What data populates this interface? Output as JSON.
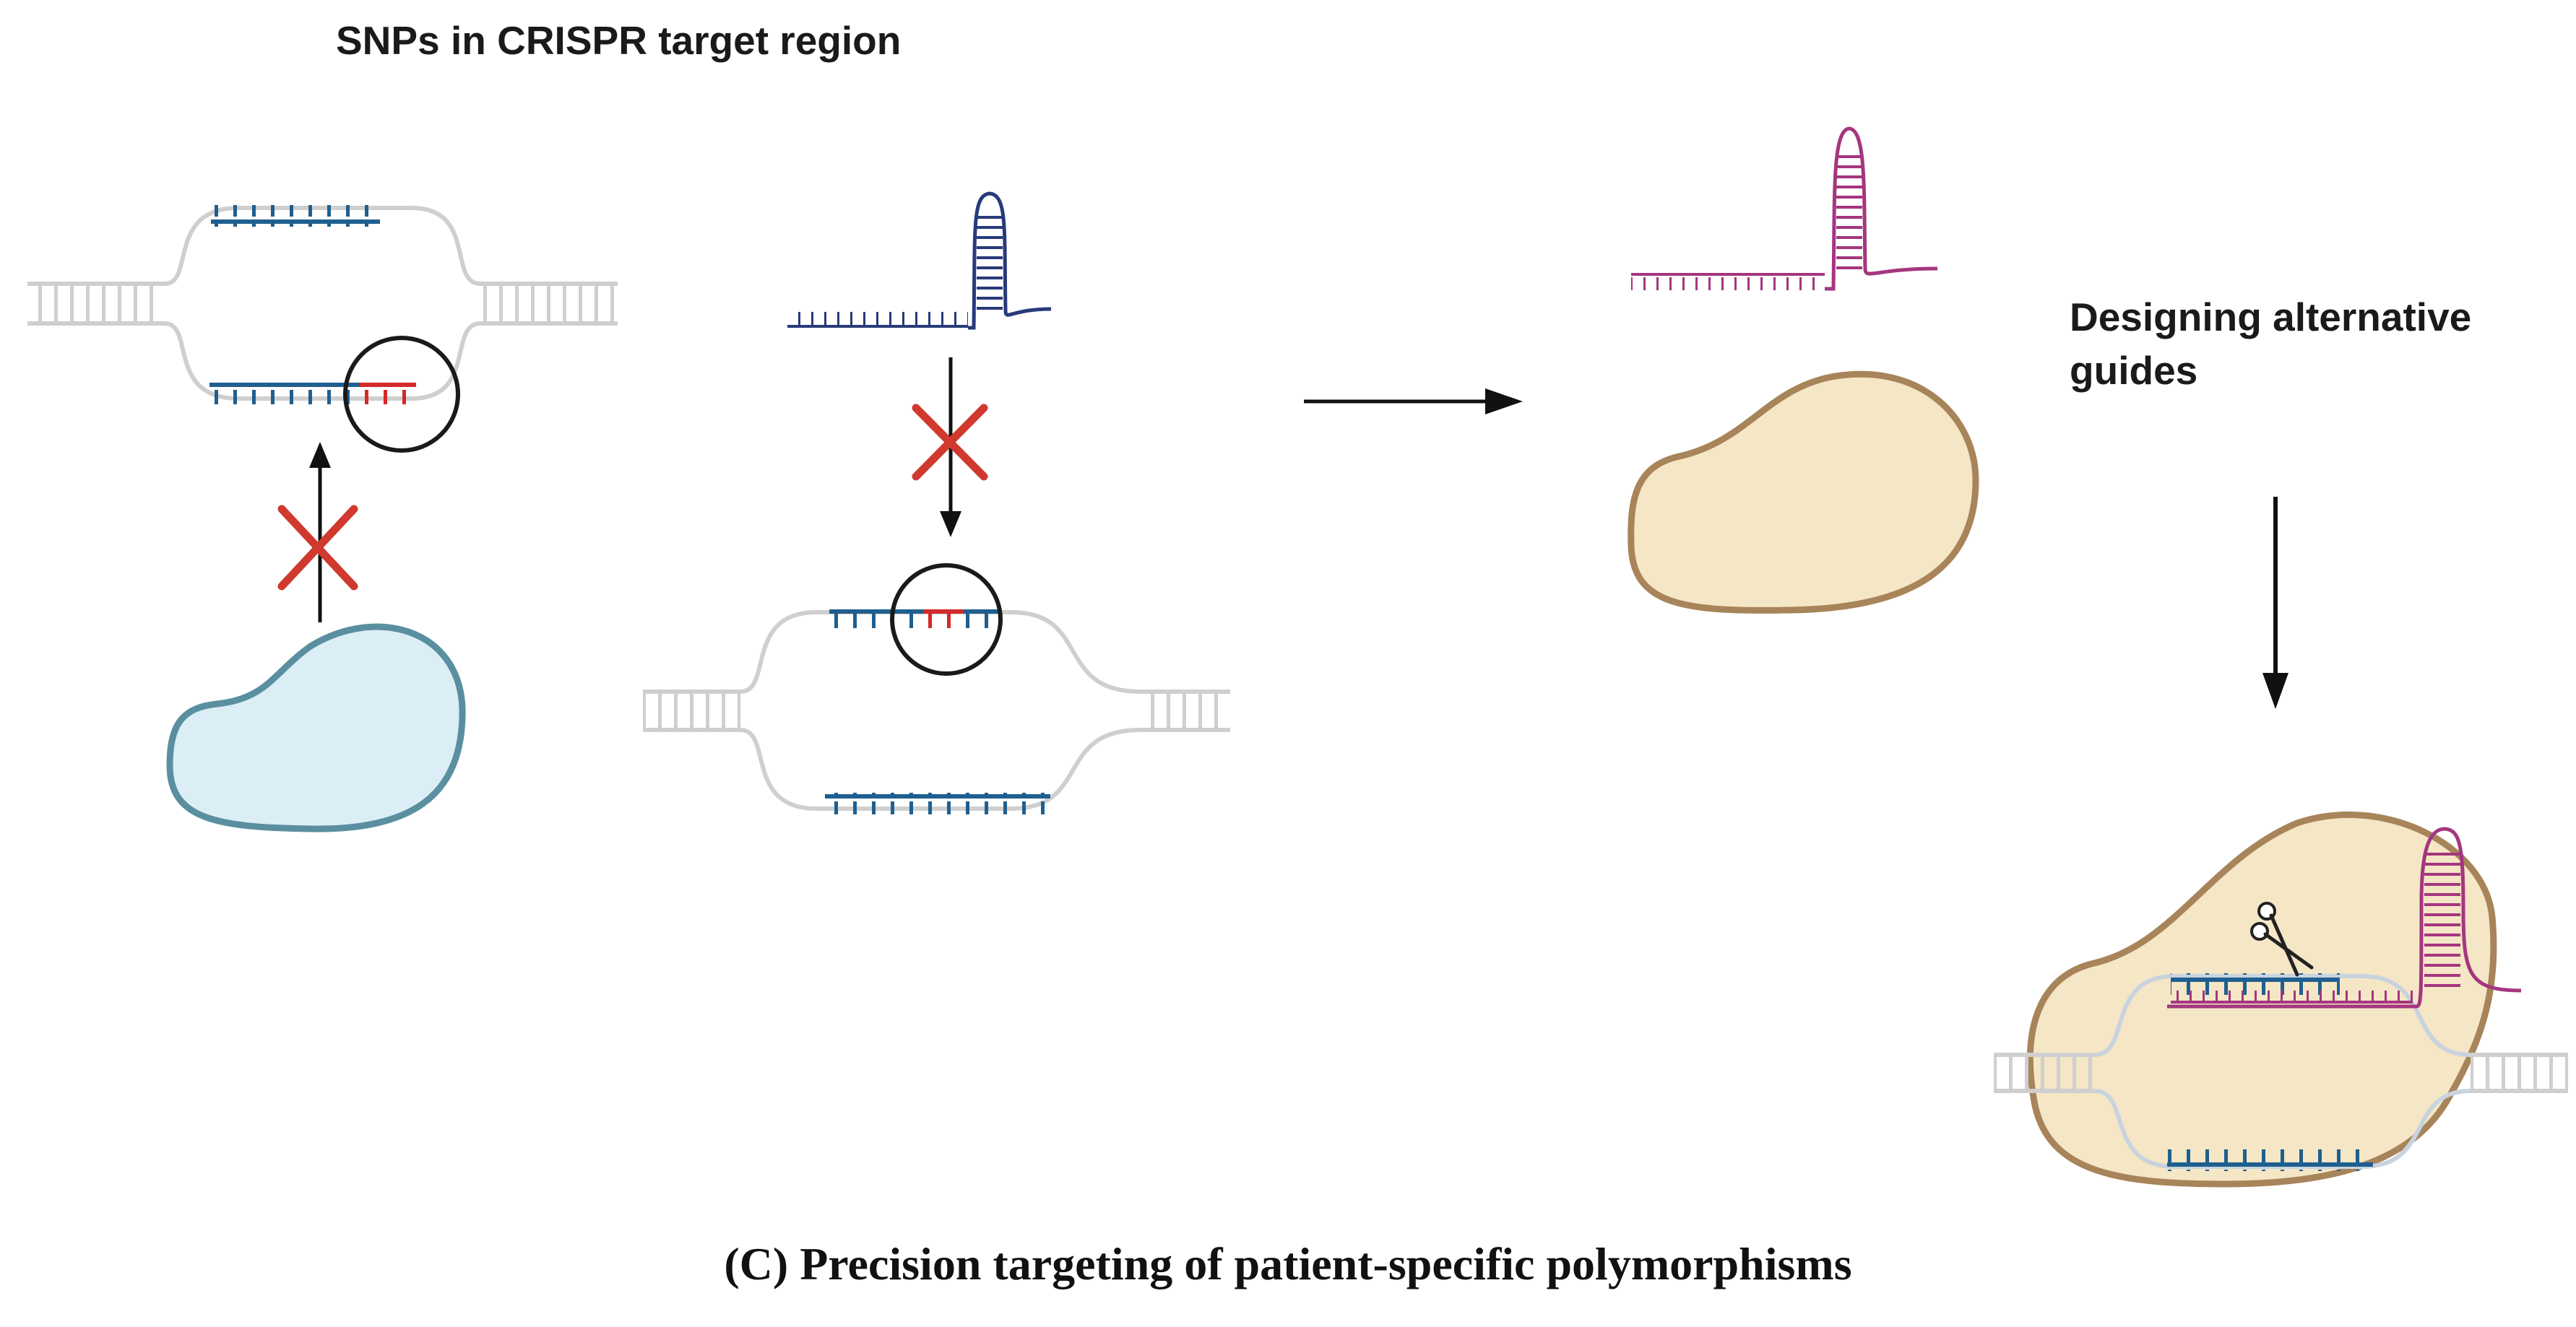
{
  "labels": {
    "top_title": "SNPs in CRISPR target region",
    "side_note_line1": "Designing alternative",
    "side_note_line2": "guides",
    "caption": "(C) Precision targeting of patient-specific polymorphisms"
  },
  "colors": {
    "dna_gray": "#cfcfcf",
    "strand_blue": "#1f5f8f",
    "snp_red": "#d42a2a",
    "guide_navy": "#283a7a",
    "guide_magenta": "#a4367f",
    "cas_blue_fill": "#dceef5",
    "cas_blue_stroke": "#5a8fa0",
    "cas_tan_fill": "#f5e6c6",
    "cas_tan_stroke": "#a8845a",
    "cross_red": "#d0392e",
    "arrow_black": "#111111"
  },
  "icons": [
    "scissors-icon",
    "blocked-cross-icon",
    "snp-highlight-circle-icon"
  ]
}
